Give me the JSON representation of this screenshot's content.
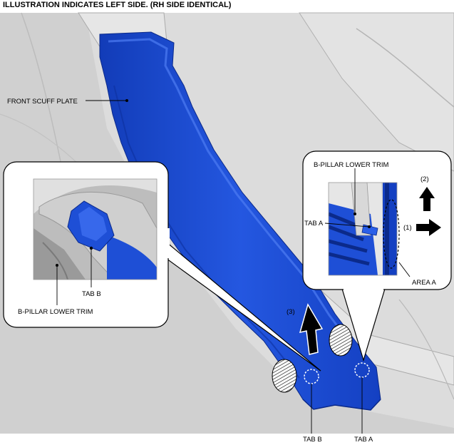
{
  "title": "ILLUSTRATION INDICATES LEFT SIDE. (RH SIDE IDENTICAL)",
  "labels": {
    "front_scuff_plate": "FRONT SCUFF PLATE",
    "b_pillar_lower_trim_right": "B-PILLAR LOWER TRIM",
    "tab_a_detail": "TAB A",
    "step_1": "(1)",
    "step_2": "(2)",
    "area_a": "AREA A",
    "tab_b_detail": "TAB B",
    "b_pillar_lower_trim_left": "B-PILLAR LOWER TRIM",
    "step_3": "(3)",
    "tab_b_bottom": "TAB B",
    "tab_a_bottom": "TAB A"
  },
  "colors": {
    "scuff_plate": "#1e4fd6",
    "scuff_plate_dark": "#0f33a8",
    "scuff_plate_light": "#3d6ef0",
    "background_gray": "#d9d9d9"
  }
}
